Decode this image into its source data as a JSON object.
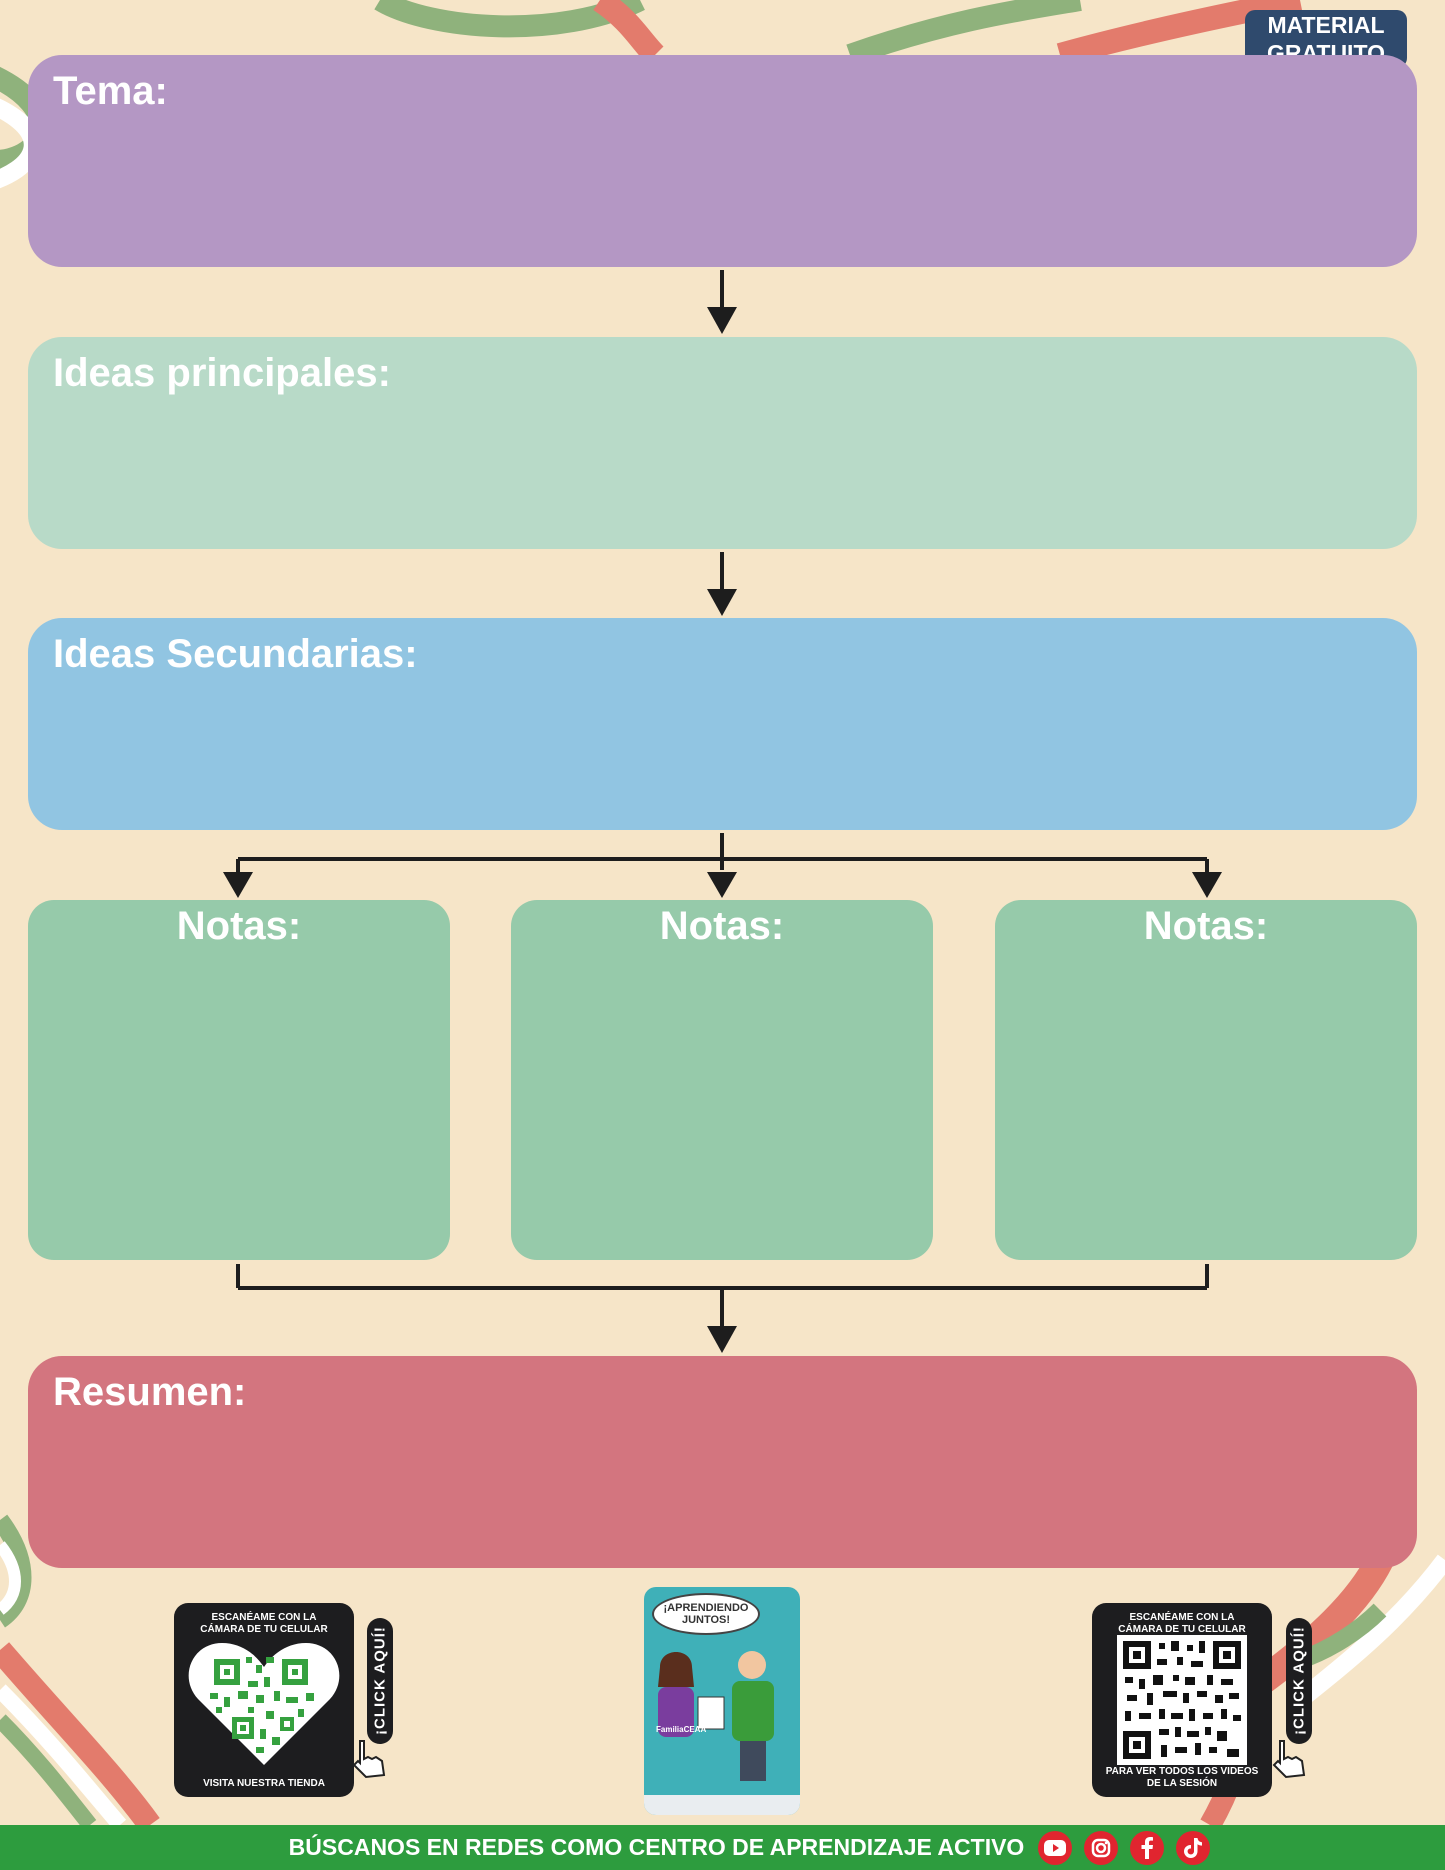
{
  "badge": {
    "line1": "MATERIAL",
    "line2": "GRATUITO"
  },
  "boxes": {
    "tema": "Tema:",
    "principales": "Ideas principales:",
    "secundarias": "Ideas Secundarias:",
    "resumen": "Resumen:"
  },
  "notes": [
    "Notas:",
    "Notas:",
    "Notas:"
  ],
  "qr_left": {
    "top_line1": "ESCANÉAME CON LA",
    "top_line2": "CÁMARA DE TU CELULAR",
    "bottom": "VISITA NUESTRA TIENDA",
    "click": "¡CLICK AQUÍ!"
  },
  "qr_right": {
    "top_line1": "ESCANÉAME CON LA",
    "top_line2": "CÁMARA DE TU CELULAR",
    "bottom_line1": "PARA VER TODOS LOS VIDEOS",
    "bottom_line2": "DE LA SESIÓN",
    "click": "¡CLICK AQUÍ!"
  },
  "phone": {
    "bubble_line1": "¡APRENDIENDO",
    "bubble_line2": "JUNTOS!",
    "handle": "FamiliaCEAA"
  },
  "footer": {
    "text": "BÚSCANOS EN REDES COMO CENTRO DE APRENDIZAJE ACTIVO"
  },
  "social": [
    "youtube-icon",
    "instagram-icon",
    "facebook-icon",
    "tiktok-icon"
  ],
  "colors": {
    "background": "#f6e5c8",
    "tema": "#b497c4",
    "principales": "#b8dac8",
    "secundarias": "#91c5e2",
    "notas": "#96caaa",
    "resumen": "#d3757f",
    "badge": "#2f4a6d",
    "footer": "#2d9c3e",
    "social": "#e1252f"
  }
}
